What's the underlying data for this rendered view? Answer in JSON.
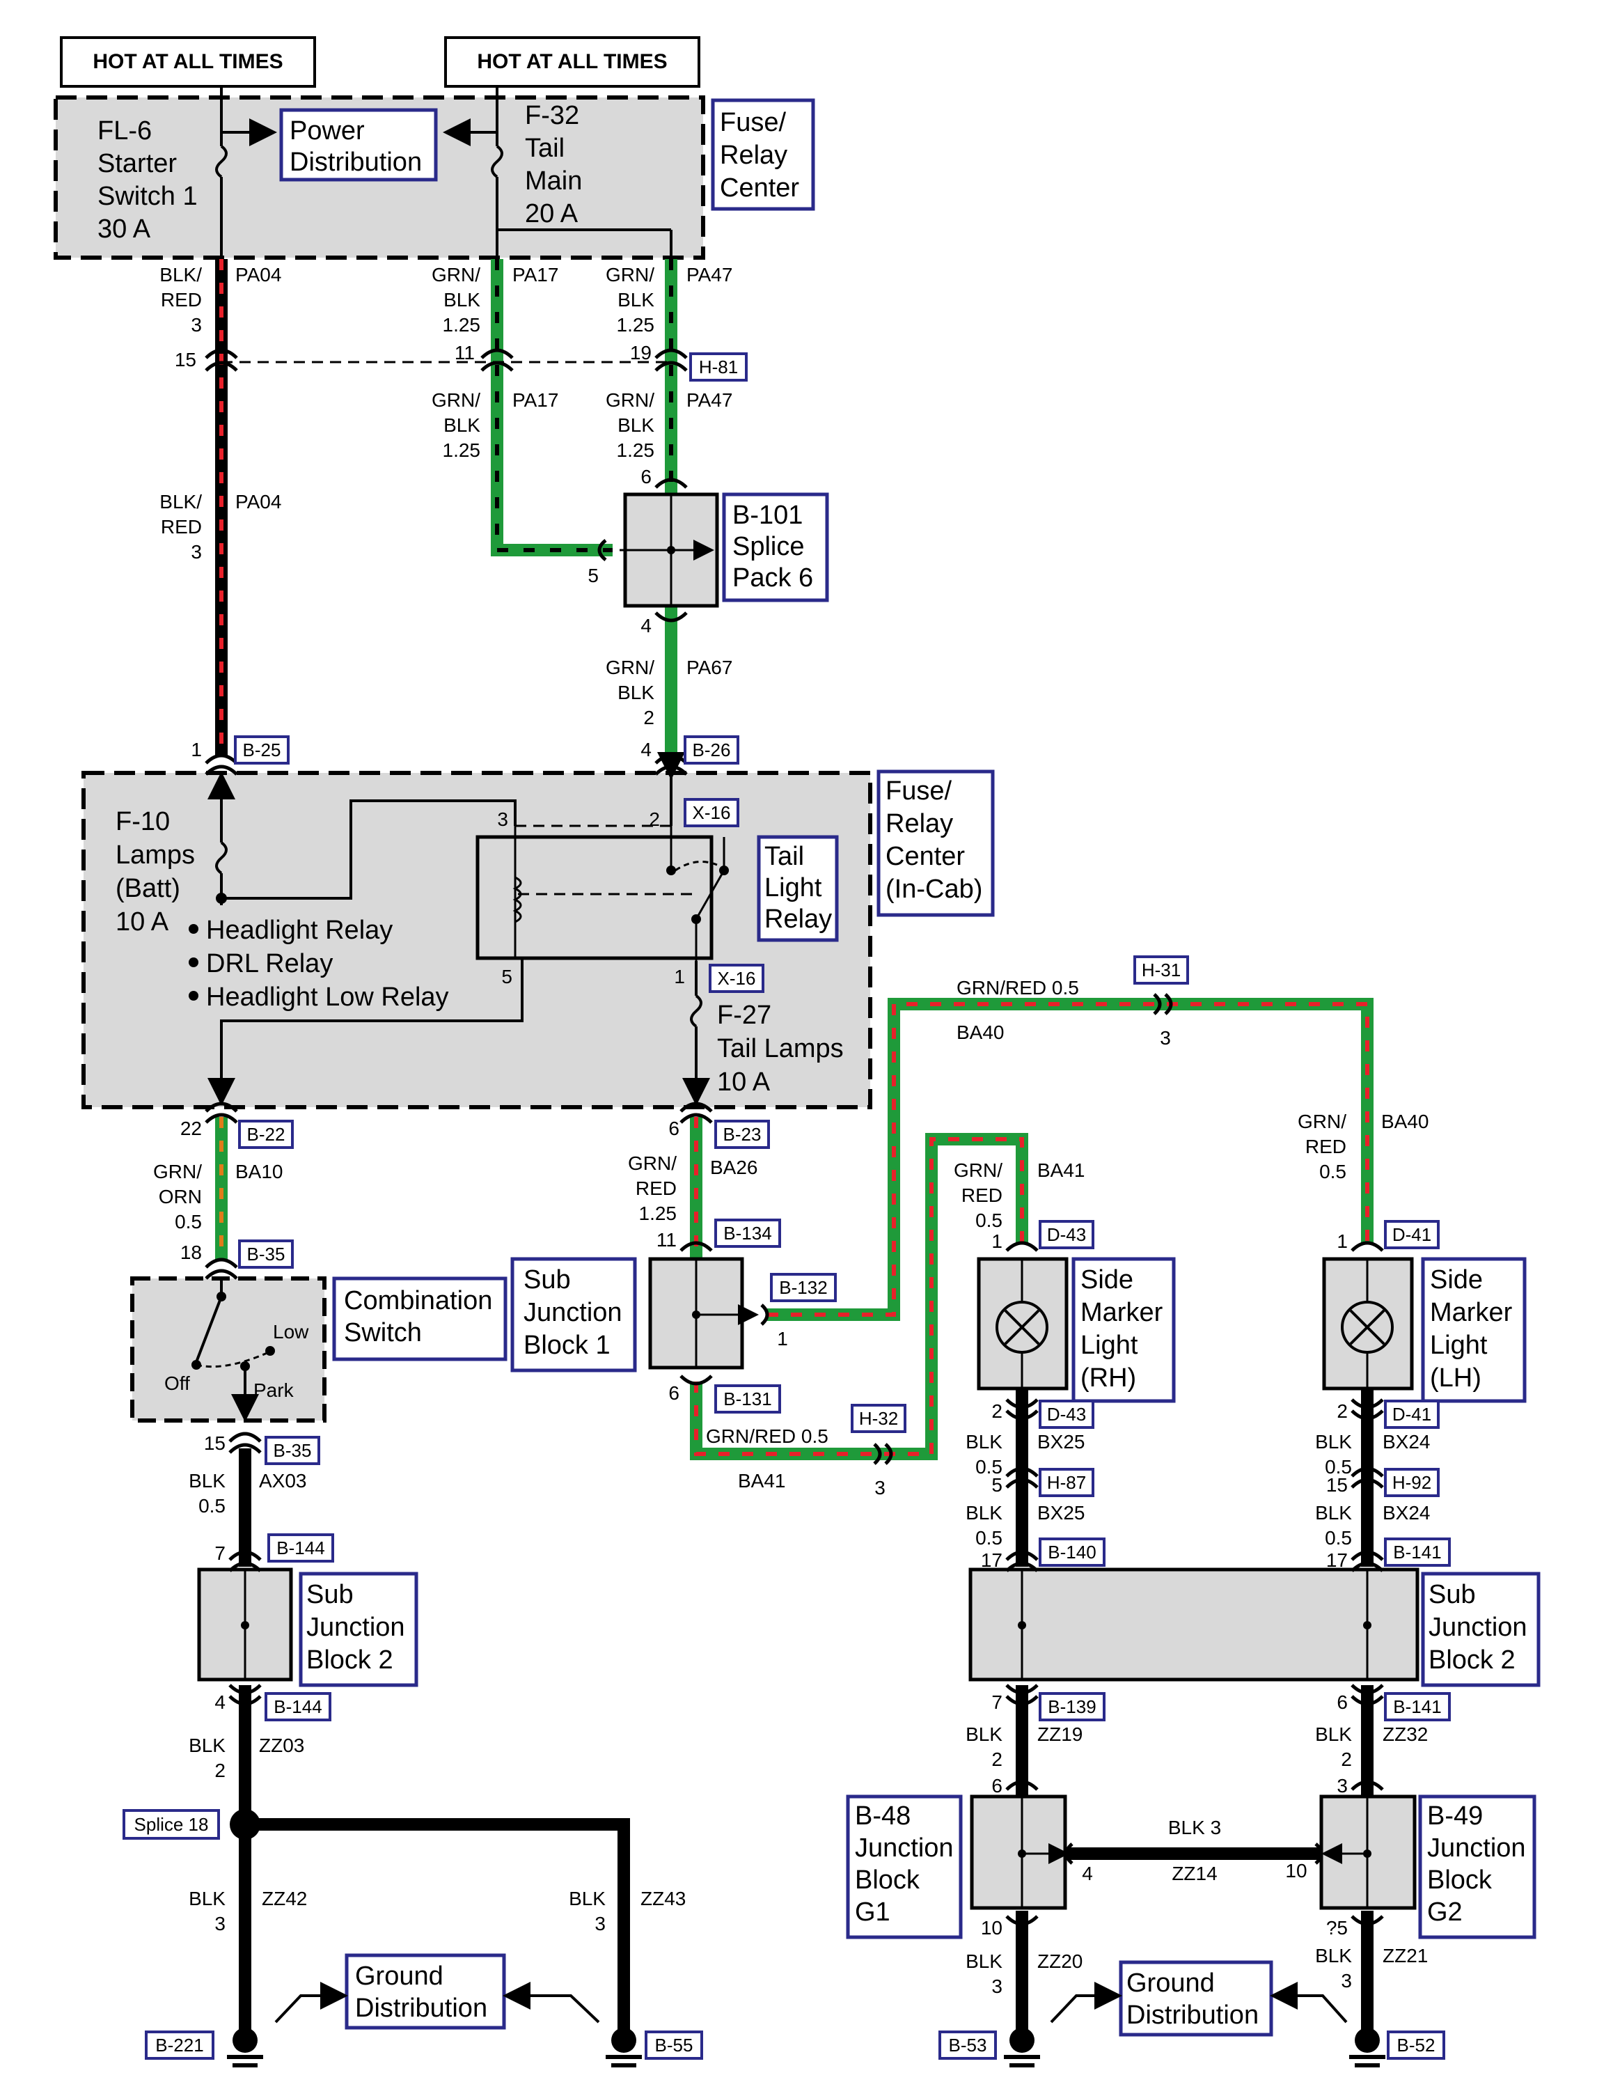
{
  "hot_labels": [
    "HOT AT ALL TIMES",
    "HOT AT ALL TIMES"
  ],
  "fuse_relay_top": {
    "title": [
      "Fuse/",
      "Relay",
      "Center"
    ],
    "fl6": [
      "FL-6",
      "Starter",
      "Switch 1",
      "30 A"
    ],
    "f32": [
      "F-32",
      "Tail",
      "Main",
      "20 A"
    ],
    "power_distribution": [
      "Power",
      "Distribution"
    ]
  },
  "fuse_relay_cab": {
    "title": [
      "Fuse/",
      "Relay",
      "Center",
      "(In-Cab)"
    ],
    "f10": [
      "F-10",
      "Lamps",
      "(Batt)",
      "10 A"
    ],
    "relays": [
      "Headlight Relay",
      "DRL Relay",
      "Headlight Low Relay"
    ],
    "tail_light_relay": [
      "Tail",
      "Light",
      "Relay"
    ],
    "f27": [
      "F-27",
      "Tail Lamps",
      "10 A"
    ]
  },
  "components": {
    "splice_pack": [
      "B-101",
      "Splice",
      "Pack 6"
    ],
    "combination_switch": [
      "Combination",
      "Switch"
    ],
    "switch_positions": [
      "Low",
      "Off",
      "Park"
    ],
    "sub_jb1": [
      "Sub",
      "Junction",
      "Block 1"
    ],
    "sub_jb2_left": [
      "Sub",
      "Junction",
      "Block 2"
    ],
    "sub_jb2_right": [
      "Sub",
      "Junction",
      "Block 2"
    ],
    "side_marker_rh": [
      "Side",
      "Marker",
      "Light",
      "(RH)"
    ],
    "side_marker_lh": [
      "Side",
      "Marker",
      "Light",
      "(LH)"
    ],
    "jb_g1": [
      "B-48",
      "Junction",
      "Block",
      "G1"
    ],
    "jb_g2": [
      "B-49",
      "Junction",
      "Block",
      "G2"
    ],
    "ground_left": [
      "Ground",
      "Distribution"
    ],
    "ground_right": [
      "Ground",
      "Distribution"
    ],
    "splice18": "Splice 18"
  },
  "connectors": {
    "h81": "H-81",
    "b25": "B-25",
    "b26": "B-26",
    "x16a": "X-16",
    "x16b": "X-16",
    "h31": "H-31",
    "b22": "B-22",
    "b23": "B-23",
    "b35a": "B-35",
    "b134": "B-134",
    "b132": "B-132",
    "d43a": "D-43",
    "d41a": "D-41",
    "b131": "B-131",
    "h32": "H-32",
    "d43b": "D-43",
    "d41b": "D-41",
    "b35b": "B-35",
    "h87": "H-87",
    "h92": "H-92",
    "b144a": "B-144",
    "b140": "B-140",
    "b141a": "B-141",
    "b144b": "B-144",
    "b139": "B-139",
    "b141b": "B-141",
    "b221": "B-221",
    "b55": "B-55",
    "b53": "B-53",
    "b52": "B-52"
  },
  "wire_labels": {
    "pa04_top": [
      "BLK/",
      "RED",
      "3",
      "PA04"
    ],
    "pa17_top": [
      "GRN/",
      "BLK",
      "1.25",
      "PA17"
    ],
    "pa47_top": [
      "GRN/",
      "BLK",
      "1.25",
      "PA47"
    ],
    "pa04_mid": [
      "BLK/",
      "RED",
      "3",
      "PA04"
    ],
    "pa17_mid": [
      "GRN/",
      "BLK",
      "1.25",
      "PA17"
    ],
    "pa47_mid": [
      "GRN/",
      "BLK",
      "1.25",
      "PA47"
    ],
    "pa67": [
      "GRN/",
      "BLK",
      "2",
      "PA67"
    ],
    "ba40_top": [
      "GRN/RED 0.5",
      "BA40"
    ],
    "ba40_right": [
      "GRN/",
      "RED",
      "0.5",
      "BA40"
    ],
    "ba10": [
      "GRN/",
      "ORN",
      "0.5",
      "BA10"
    ],
    "ba26": [
      "GRN/",
      "RED",
      "1.25",
      "BA26"
    ],
    "ba41_top": [
      "GRN/",
      "RED",
      "0.5",
      "BA41"
    ],
    "ba41_bottom": [
      "GRN/RED 0.5",
      "BA41"
    ],
    "ax03": [
      "BLK",
      "0.5",
      "AX03"
    ],
    "bx25a": [
      "BLK",
      "0.5",
      "BX25"
    ],
    "bx25b": [
      "BLK",
      "0.5",
      "BX25"
    ],
    "bx24a": [
      "BLK",
      "0.5",
      "BX24"
    ],
    "bx24b": [
      "BLK",
      "0.5",
      "BX24"
    ],
    "zz03": [
      "BLK",
      "2",
      "ZZ03"
    ],
    "zz19": [
      "BLK",
      "2",
      "ZZ19"
    ],
    "zz32": [
      "BLK",
      "2",
      "ZZ32"
    ],
    "zz14": [
      "BLK 3",
      "ZZ14"
    ],
    "zz42": [
      "BLK",
      "3",
      "ZZ42"
    ],
    "zz43": [
      "BLK",
      "3",
      "ZZ43"
    ],
    "zz20": [
      "BLK",
      "3",
      "ZZ20"
    ],
    "zz21": [
      "BLK",
      "3",
      "ZZ21"
    ]
  },
  "pins": {
    "p15a": "15",
    "p11": "11",
    "p19": "19",
    "p6a": "6",
    "p5a": "5",
    "p4a": "4",
    "p1a": "1",
    "p4b": "4",
    "p3a": "3",
    "p2a": "2",
    "p5b": "5",
    "p1b": "1",
    "p3b": "3",
    "p22": "22",
    "p6b": "6",
    "p18": "18",
    "p11b": "11",
    "p1c": "1",
    "p1d": "1",
    "p1e": "1",
    "p6c": "6",
    "p3c": "3",
    "p15b": "15",
    "p2b": "2",
    "p2c": "2",
    "p5c": "5",
    "p15c": "15",
    "p7a": "7",
    "p17a": "17",
    "p17b": "17",
    "p4c": "4",
    "p7b": "7",
    "p6d": "6",
    "p6e": "6",
    "p3d": "3",
    "p4d": "4",
    "p10a": "10",
    "p10b": "10",
    "p25": "?5"
  },
  "colors": {
    "green": "#1f9a3a",
    "red": "#e8212a",
    "orange": "#e07b1a",
    "box_border": "#2a2a8a",
    "panel_fill": "#d9d9d9"
  }
}
